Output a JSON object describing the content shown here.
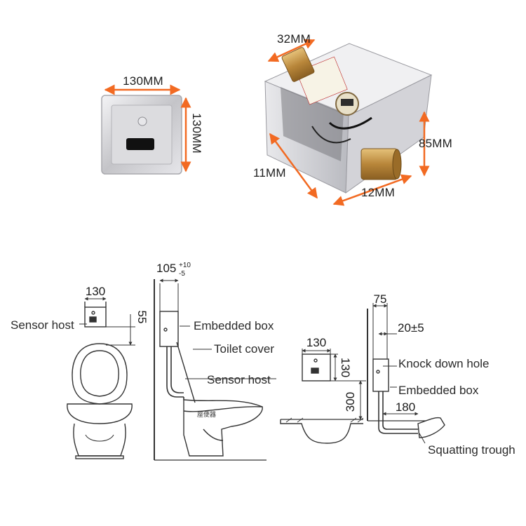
{
  "colors": {
    "accent_arrow": "#f26a22",
    "line": "#333333",
    "brass": "#c9a04a",
    "steel": "#c8c8cc"
  },
  "product": {
    "panel": {
      "width_label": "130MM",
      "height_label": "130MM"
    },
    "box": {
      "inlet_label": "32MM",
      "depth_label": "11MM",
      "outlet_label": "12MM",
      "height_label": "85MM"
    }
  },
  "diagram_toilet": {
    "front_width": "130",
    "front_height": "55",
    "sensor_label": "Sensor host",
    "side_offset_main": "105",
    "side_offset_sup": "+10",
    "side_offset_sub": "-5",
    "embedded_box_label": "Embedded box",
    "toilet_cover_label": "Toilet cover",
    "sensor_host_label": "Sensor host",
    "bowl_text": "座便器"
  },
  "diagram_squat": {
    "front_width": "130",
    "front_height": "130",
    "mount_height": "300",
    "side_top": "75",
    "side_gap": "20±5",
    "knock_label": "Knock down hole",
    "embedded_box_label": "Embedded box",
    "pipe_length": "180",
    "trough_label": "Squatting trough"
  }
}
